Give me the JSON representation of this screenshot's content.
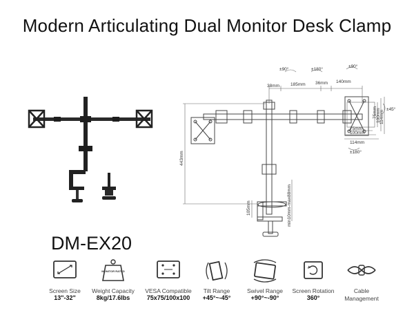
{
  "title": "Modern Articulating Dual Monitor Desk Clamp",
  "model": "DM-EX20",
  "diagram": {
    "tilt_top": "±90°",
    "rot_top": "±180°",
    "swivel_top": "±90°",
    "d38": "38mm",
    "d185": "185mm",
    "d36": "36mm",
    "d140": "140mm",
    "d443": "443mm",
    "d105": "105mm",
    "clamp": "min10mm-max88mm",
    "v75": "75mm",
    "v100": "100mm",
    "v114": "114mm",
    "h75": "75mm",
    "h100": "100mm",
    "h114": "114mm",
    "tilt_side": "±45°",
    "rot_bottom": "±180°"
  },
  "features": [
    {
      "label": "Screen Size",
      "value": "13\"-32\"",
      "icon": "screen-size-icon"
    },
    {
      "label": "Weight Capacity",
      "value": "8kg/17.6lbs",
      "icon": "weight-capacity-icon",
      "badge": "MONITOR RATED"
    },
    {
      "label": "VESA Compatible",
      "value": "75x75/100x100",
      "icon": "vesa-icon"
    },
    {
      "label": "Tilt Range",
      "value": "+45°~-45°",
      "icon": "tilt-icon"
    },
    {
      "label": "Swivel Range",
      "value": "+90°~-90°",
      "icon": "swivel-icon"
    },
    {
      "label": "Screen Rotation",
      "value": "360°",
      "icon": "rotation-icon"
    },
    {
      "label": "Cable",
      "value": "Management",
      "icon": "cable-icon"
    }
  ]
}
